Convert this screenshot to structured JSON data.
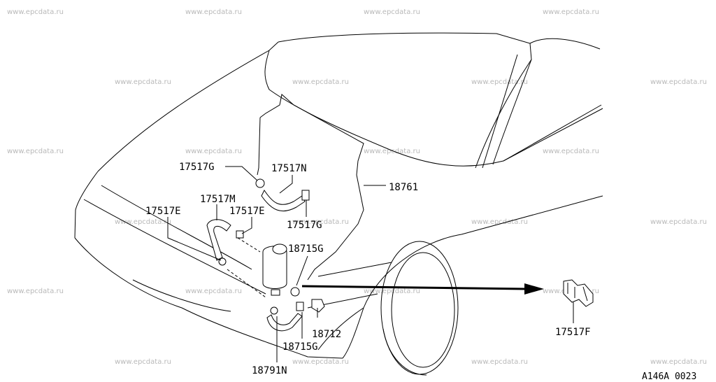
{
  "watermark": "www.epcdata.ru",
  "diagram_code": "A146A 0023",
  "parts": {
    "p17517G_top": "17517G",
    "p17517N": "17517N",
    "p18761": "18761",
    "p17517M": "17517M",
    "p17517E_left": "17517E",
    "p17517E_mid": "17517E",
    "p17517G_right": "17517G",
    "p18715G_top": "18715G",
    "p18712": "18712",
    "p18715G_bottom": "18715G",
    "p18791N": "18791N",
    "p17517F": "17517F"
  }
}
